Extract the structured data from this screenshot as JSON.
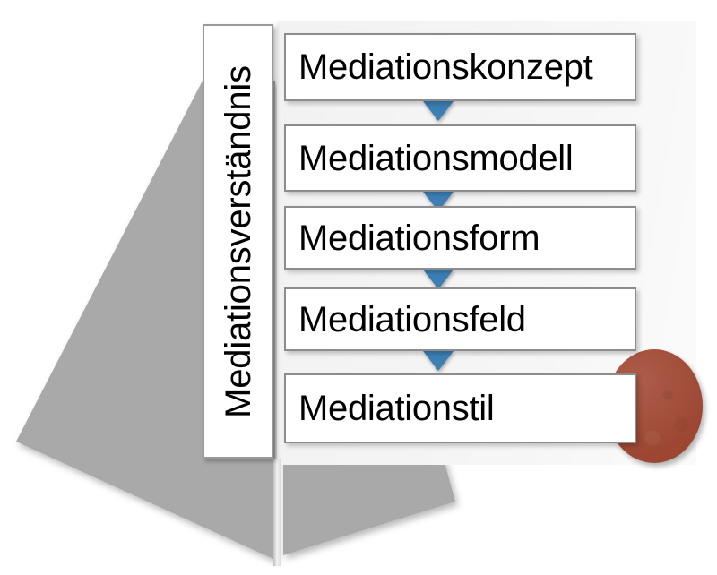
{
  "diagram": {
    "title": "Mediationsverständnis",
    "vertical_label": {
      "text": "Mediationsverständnis",
      "orientation": "rotated-90-ccw"
    },
    "levels": [
      {
        "label": "Mediationskonzept",
        "order": 1
      },
      {
        "label": "Mediationsmodell",
        "order": 2
      },
      {
        "label": "Mediationsform",
        "order": 3
      },
      {
        "label": "Mediationsfeld",
        "order": 4
      },
      {
        "label": "Mediationstil",
        "order": 5
      }
    ],
    "connectors": [
      {
        "shape": "down-triangle",
        "from": "Mediationskonzept",
        "to": "Mediationsmodell"
      },
      {
        "shape": "down-triangle",
        "from": "Mediationsmodell",
        "to": "Mediationsform"
      },
      {
        "shape": "down-triangle",
        "from": "Mediationsform",
        "to": "Mediationsfeld"
      },
      {
        "shape": "down-triangle",
        "from": "Mediationsfeld",
        "to": "Mediationstil"
      }
    ],
    "decorations": {
      "red_circle": {
        "shape": "circle"
      },
      "gray_wings": {
        "shape": "pyramid-wings"
      }
    },
    "colors": {
      "arrow_blue": "#3d7fb5",
      "circle_red": "#a34a35",
      "wing_gray": "#a8a8a8",
      "panel_light": "#f4f4f4",
      "box_border": "#8d8d8d",
      "text": "#000000"
    }
  }
}
